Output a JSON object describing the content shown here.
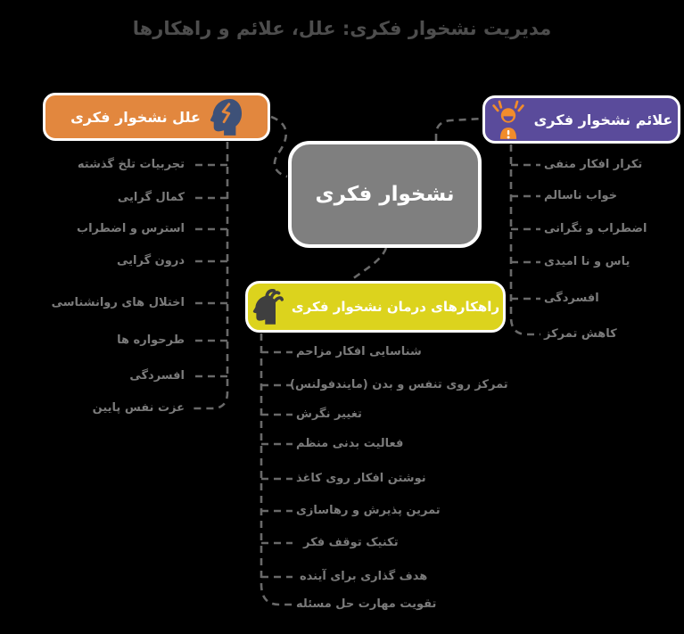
{
  "title": "مدیریت نشخوار فکری: علل، علائم و راهکارها",
  "colors": {
    "background": "#000000",
    "causes_node": "#E2873E",
    "symptoms_node": "#5A4B9B",
    "solutions_node": "#DCD31D",
    "central_node": "#7F7F7F",
    "node_border": "#FFFFFF",
    "connector": "#696969",
    "item_text": "#7B7B7B",
    "title_text": "#4D4D4D"
  },
  "central": {
    "label": "نشخوار فکری"
  },
  "causes": {
    "label": "علل نشخوار فکری",
    "icon": "head-bolt-icon",
    "items": [
      "تجربیات تلخ گذشته",
      "کمال گرایی",
      "استرس و اضطراب",
      "درون گرایی",
      "اختلال های روانشناسی",
      "طرحواره ها",
      "افسردگی",
      "عزت نفس پایین"
    ]
  },
  "symptoms": {
    "label": "علائم نشخوار فکری",
    "icon": "stressed-person-icon",
    "items": [
      "تکرار افکار منفی",
      "خواب ناسالم",
      "اضطراب و نگرانی",
      "یاس و نا امیدی",
      "افسردگی",
      "کاهش تمرکز"
    ]
  },
  "solutions": {
    "label": "راهکارهای درمان نشخوار فکری",
    "icon": "head-hand-icon",
    "items": [
      "شناسایی افکار مزاحم",
      "تمرکز روی تنفس و بدن (مایندفولنس)",
      "تغییر نگرش",
      "فعالیت بدنی منظم",
      "نوشتن افکار روی کاغذ",
      "تمرین پذیرش و رهاسازی",
      "تکنیک توقف فکر",
      "هدف گذاری برای آینده",
      "تقویت مهارت حل مسئله"
    ]
  }
}
